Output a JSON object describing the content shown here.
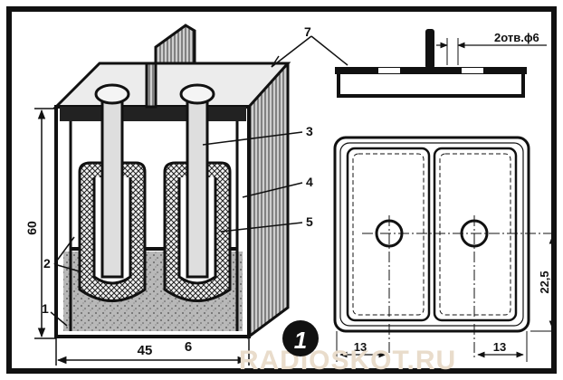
{
  "figure": {
    "number": "1",
    "part_labels": {
      "one": "1",
      "two": "2",
      "three": "3",
      "four": "4",
      "five": "5",
      "seven": "7"
    },
    "dimensions": {
      "height_60": "60",
      "width_45": "45",
      "wall_6": "6",
      "hole_note": "2отв.ϕ6",
      "offset_22_5": "22,5",
      "left_13": "13",
      "right_13": "13"
    },
    "watermark": "RADIOSKOT.RU"
  }
}
